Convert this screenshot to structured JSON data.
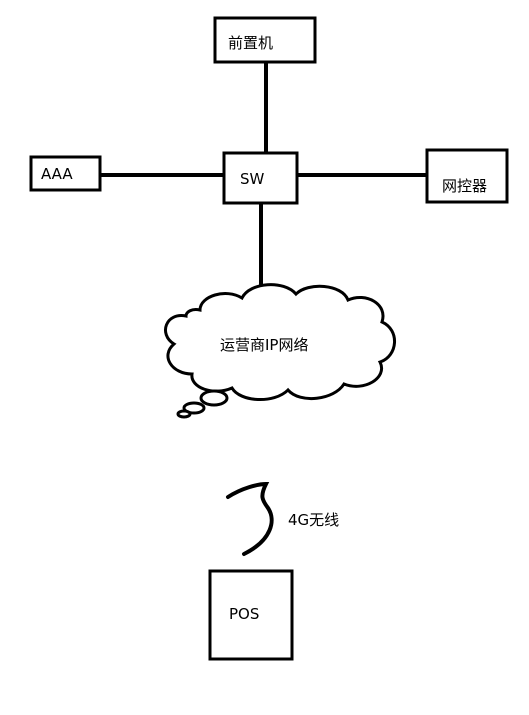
{
  "nodes": {
    "frontend": "前置机",
    "aaa": "AAA",
    "switch": "SW",
    "netcontrol": "网控器",
    "carrier_network": "运营商IP网络",
    "wireless": "4G无线",
    "pos": "POS"
  }
}
